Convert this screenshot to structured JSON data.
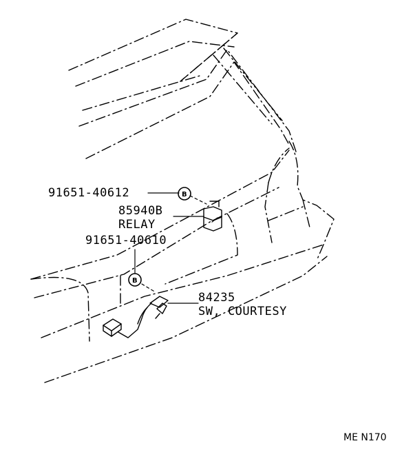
{
  "parts": {
    "bolt_upper": {
      "number": "91651-40612",
      "symbol": "B"
    },
    "relay": {
      "number": "85940B",
      "name": "RELAY"
    },
    "bolt_lower": {
      "number": "91651-40610",
      "symbol": "B"
    },
    "switch": {
      "number": "84235",
      "name": "SW, COURTESY"
    }
  },
  "figure_code": "ME N170",
  "colors": {
    "line": "#000000",
    "background": "#ffffff"
  }
}
